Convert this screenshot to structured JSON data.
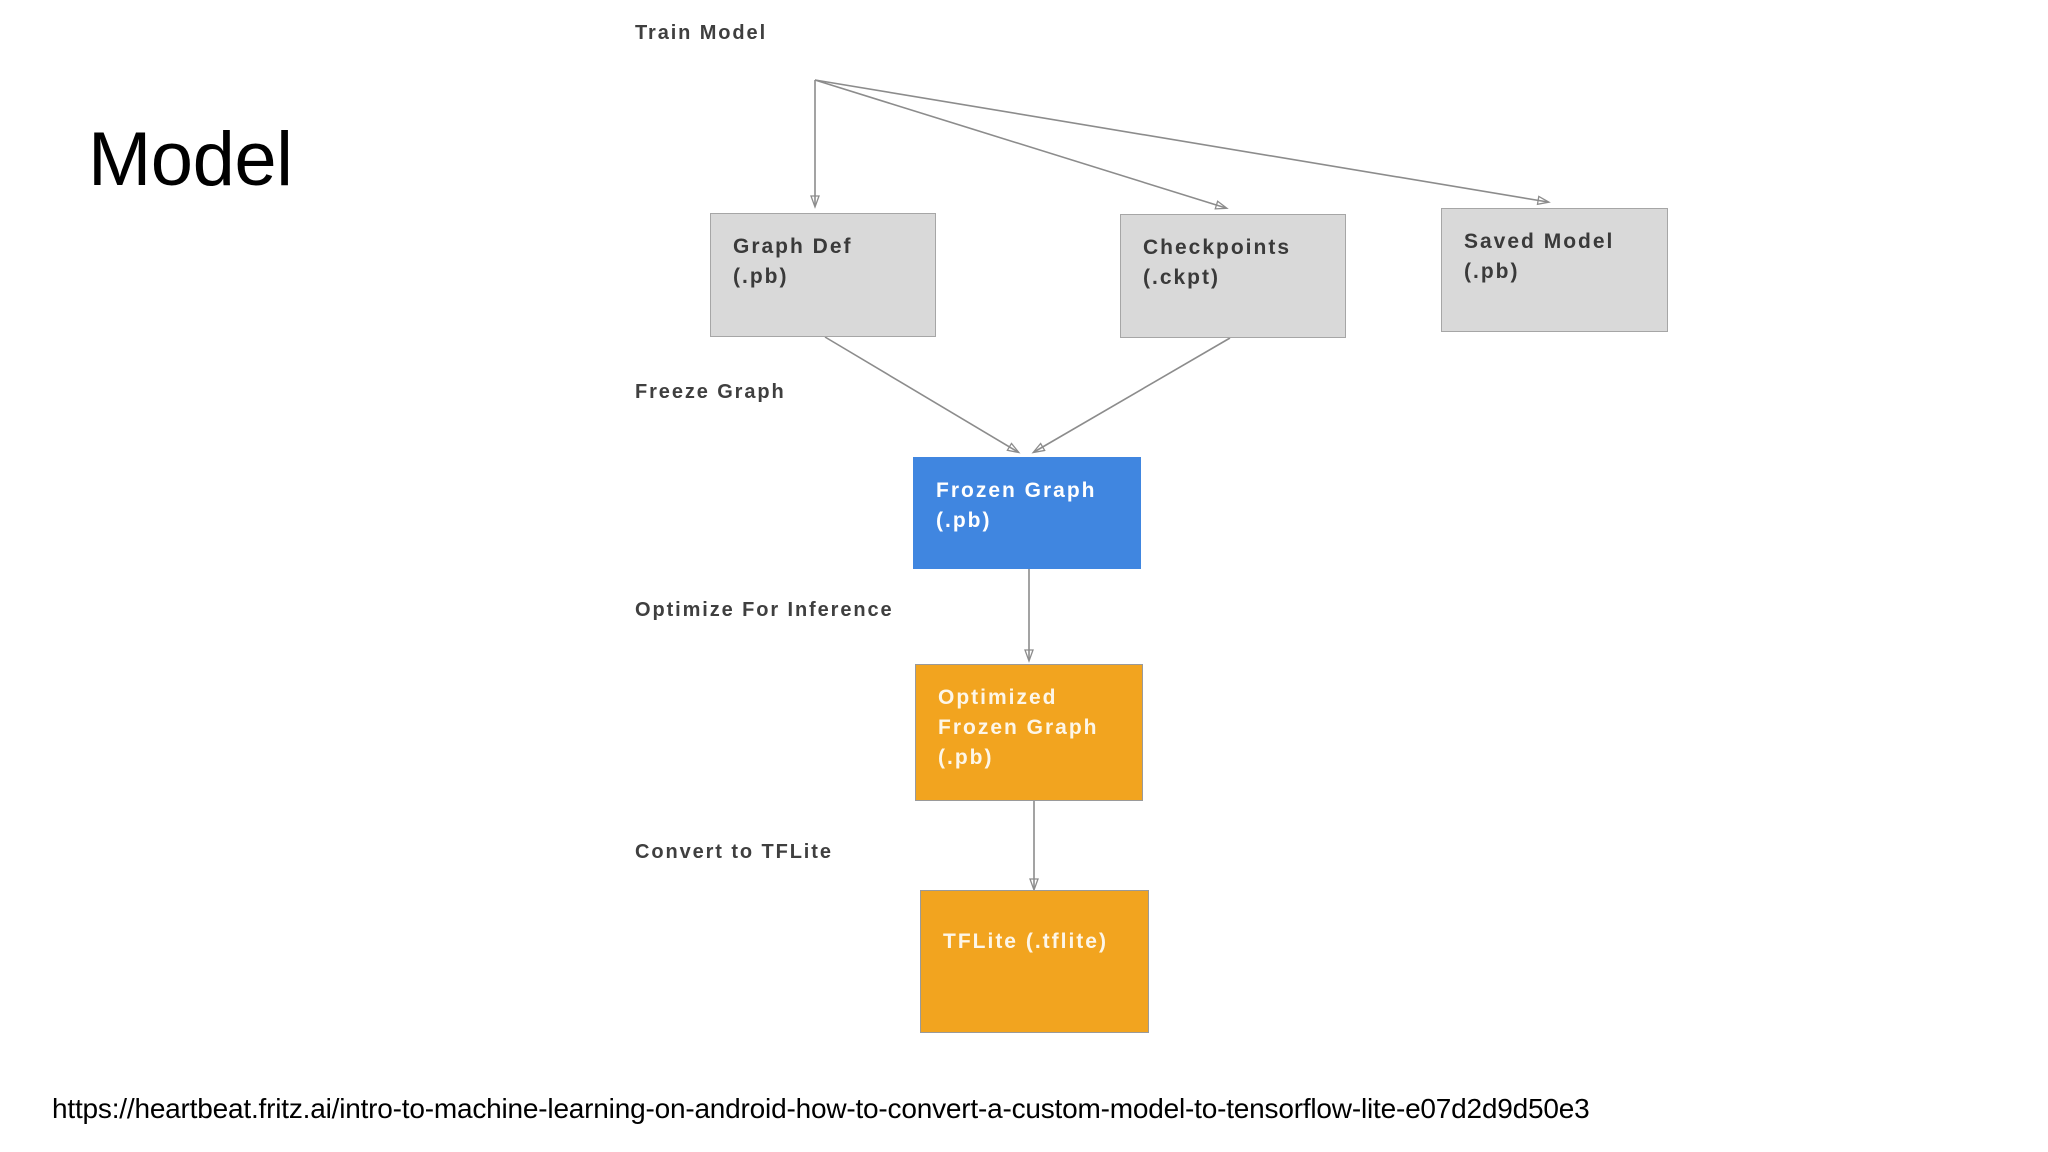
{
  "slide": {
    "title": "Model",
    "background_color": "#ffffff",
    "source_url": "https://heartbeat.fritz.ai/intro-to-machine-learning-on-android-how-to-convert-a-custom-model-to-tensorflow-lite-e07d2d9d50e3"
  },
  "diagram": {
    "type": "flowchart",
    "colors": {
      "gray_node": "#d9d9d9",
      "blue_node": "#4086e0",
      "orange_node": "#f2a41f",
      "node_border": "#9a9a9a",
      "arrow": "#8c8c8c",
      "dark_text": "#3a3a3a",
      "light_text": "#fdf6e8"
    },
    "nodes": [
      {
        "id": "graph-def",
        "label": "Graph Def\n(.pb)",
        "style": "gray"
      },
      {
        "id": "checkpoints",
        "label": "Checkpoints\n(.ckpt)",
        "style": "gray"
      },
      {
        "id": "saved-model",
        "label": "Saved Model\n(.pb)",
        "style": "gray"
      },
      {
        "id": "frozen-graph",
        "label": "Frozen Graph\n(.pb)",
        "style": "blue"
      },
      {
        "id": "optimized-frozen-graph",
        "label": "Optimized\nFrozen Graph\n(.pb)",
        "style": "orange"
      },
      {
        "id": "tflite",
        "label": "TFLite (.tflite)",
        "style": "orange"
      }
    ],
    "edge_labels": [
      {
        "id": "train-model",
        "text": "Train Model"
      },
      {
        "id": "freeze-graph",
        "text": "Freeze Graph"
      },
      {
        "id": "optimize-for-inference",
        "text": "Optimize For Inference"
      },
      {
        "id": "convert-to-tflite",
        "text": "Convert to TFLite"
      }
    ],
    "edges": [
      {
        "from": "train-model",
        "to": "graph-def"
      },
      {
        "from": "train-model",
        "to": "checkpoints"
      },
      {
        "from": "train-model",
        "to": "saved-model"
      },
      {
        "from": "graph-def",
        "to": "frozen-graph"
      },
      {
        "from": "checkpoints",
        "to": "frozen-graph"
      },
      {
        "from": "frozen-graph",
        "to": "optimized-frozen-graph"
      },
      {
        "from": "optimized-frozen-graph",
        "to": "tflite"
      }
    ]
  }
}
